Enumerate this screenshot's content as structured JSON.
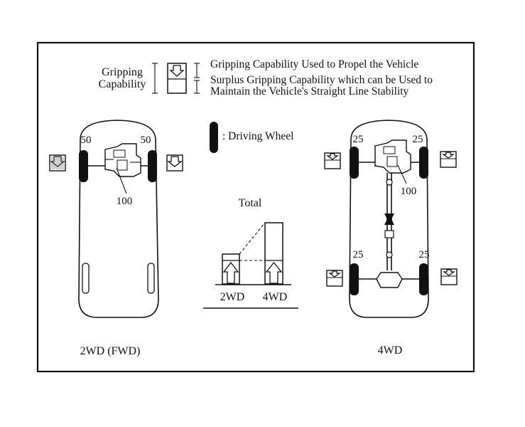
{
  "legend": {
    "gripping_capability": [
      "Gripping",
      "Capability"
    ],
    "used_line": "Gripping Capability Used to Propel the Vehicle",
    "surplus_lines": [
      "Surplus Gripping Capability which can be Used to",
      "Maintain the Vehicle's Straight Line Stability"
    ],
    "driving_wheel": ": Driving Wheel"
  },
  "fwd": {
    "caption": "2WD (FWD)",
    "front_left": "50",
    "front_right": "50",
    "engine_callout": "100"
  },
  "awd": {
    "caption": "4WD",
    "front_left": "25",
    "front_right": "25",
    "rear_left": "25",
    "rear_right": "25",
    "engine_callout": "100"
  },
  "comparison": {
    "title": "Total",
    "label_2wd": "2WD",
    "label_4wd": "4WD"
  }
}
